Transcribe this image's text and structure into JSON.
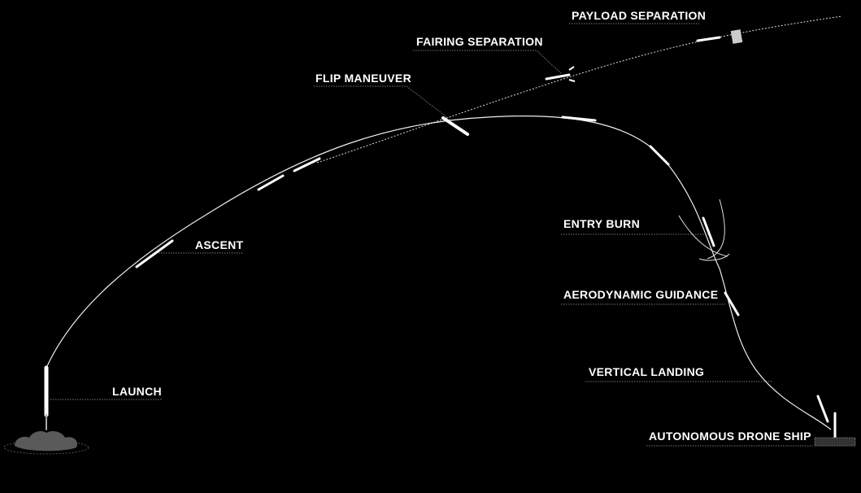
{
  "diagram": {
    "stages": [
      {
        "id": "payload-separation",
        "label": "PAYLOAD SEPARATION"
      },
      {
        "id": "fairing-separation",
        "label": "FAIRING SEPARATION"
      },
      {
        "id": "flip-maneuver",
        "label": "FLIP MANEUVER"
      },
      {
        "id": "ascent",
        "label": "ASCENT"
      },
      {
        "id": "launch",
        "label": "LAUNCH"
      },
      {
        "id": "entry-burn",
        "label": "ENTRY BURN"
      },
      {
        "id": "aerodynamic-guidance",
        "label": "AERODYNAMIC GUIDANCE"
      },
      {
        "id": "vertical-landing",
        "label": "VERTICAL LANDING"
      },
      {
        "id": "autonomous-drone-ship",
        "label": "AUTONOMOUS DRONE SHIP"
      }
    ],
    "colors": {
      "background": "#000000",
      "line": "#ffffff",
      "cloud": "#5a5a5a"
    }
  }
}
